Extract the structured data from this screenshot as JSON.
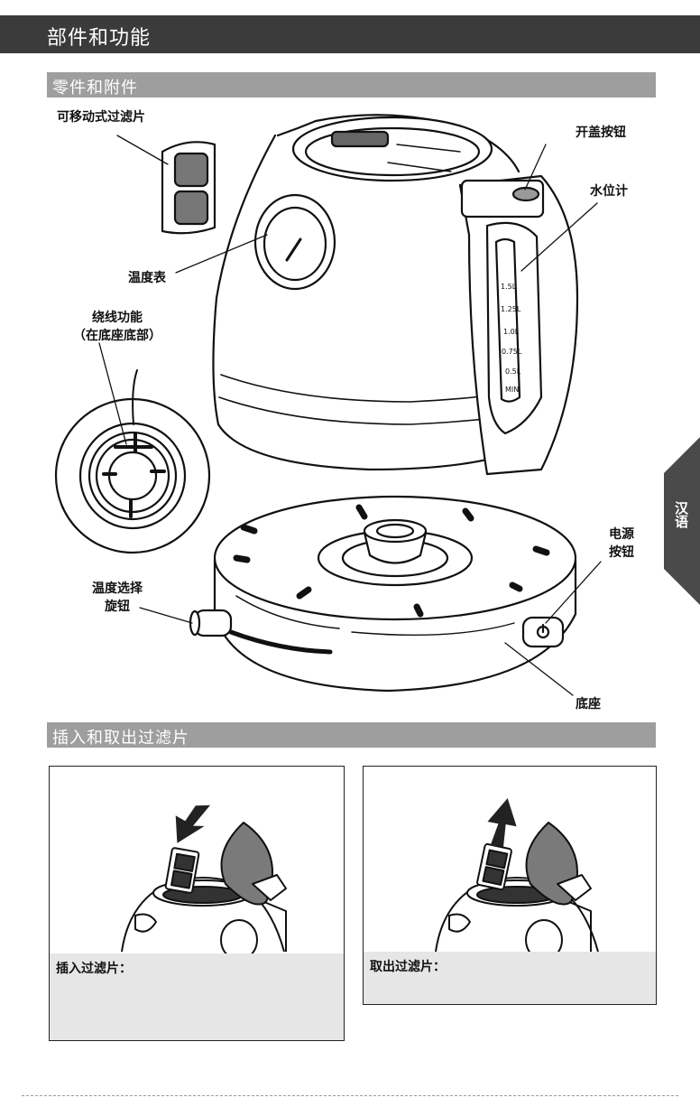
{
  "header": {
    "title": "部件和功能"
  },
  "section_parts": {
    "title": "零件和附件"
  },
  "labels": {
    "filter": "可移动式过滤片",
    "lid_button": "开盖按钮",
    "water_gauge": "水位计",
    "thermometer": "温度表",
    "cord_wrap_line1": "绕线功能",
    "cord_wrap_line2": "（在底座底部）",
    "temp_knob_line1": "温度选择",
    "temp_knob_line2": "旋钮",
    "power_line1": "电源",
    "power_line2": "按钮",
    "base": "底座"
  },
  "gauge_marks": [
    "1.5L",
    "1.25L",
    "1.0L",
    "0.75L",
    "0.5L",
    "MIN"
  ],
  "side_tab": {
    "language": "汉语",
    "color": "#4a4a4a"
  },
  "section_filter": {
    "title": "插入和取出过滤片"
  },
  "panels": {
    "insert": {
      "caption": "插入过滤片："
    },
    "remove": {
      "caption": "取出过滤片："
    }
  },
  "colors": {
    "title_bar": "#3b3b3b",
    "section_bar": "#9e9e9e",
    "caption_bg": "#e6e6e6"
  }
}
